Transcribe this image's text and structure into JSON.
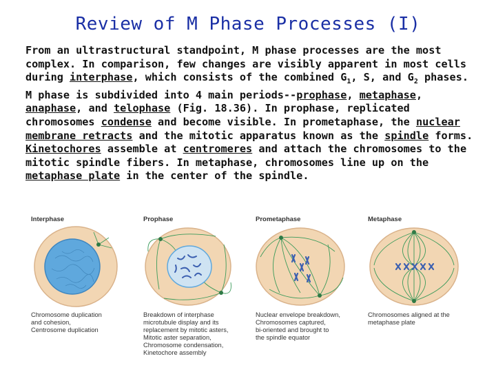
{
  "slide": {
    "title": "Review of M Phase Processes (I)"
  },
  "paragraph": [
    {
      "text": "From an ultrastructural standpoint, M phase processes are the most complex. In comparison, few changes are visibly apparent in most cells during "
    },
    {
      "text": "interphase",
      "u": true
    },
    {
      "text": ", which consists of the combined G"
    },
    {
      "text": "1",
      "sub": true
    },
    {
      "text": ", S, and G"
    },
    {
      "text": "2",
      "sub": true
    },
    {
      "text": " phases. M phase is subdivided into 4 main periods--"
    },
    {
      "text": "prophase",
      "u": true
    },
    {
      "text": ", "
    },
    {
      "text": "metaphase",
      "u": true
    },
    {
      "text": ", "
    },
    {
      "text": "anaphase",
      "u": true
    },
    {
      "text": ", and "
    },
    {
      "text": "telophase",
      "u": true
    },
    {
      "text": " (Fig. 18.36). In prophase, replicated chromosomes "
    },
    {
      "text": "condense",
      "u": true
    },
    {
      "text": " and become visible. In prometaphase, the "
    },
    {
      "text": "nuclear membrane retracts",
      "u": true
    },
    {
      "text": " and the mitotic apparatus known as the "
    },
    {
      "text": "spindle",
      "u": true
    },
    {
      "text": " forms. "
    },
    {
      "text": "Kinetochores",
      "u": true
    },
    {
      "text": " assemble at "
    },
    {
      "text": "centromeres",
      "u": true
    },
    {
      "text": " and attach the chromosomes to the mitotic spindle fibers. In metaphase, chromosomes line up on the "
    },
    {
      "text": "metaphase plate",
      "u": true
    },
    {
      "text": " in the center of the spindle."
    }
  ],
  "figure": {
    "panels": [
      {
        "title": "Interphase",
        "caption": [
          "Chromosome duplication",
          "and cohesion,",
          "Centrosome duplication"
        ]
      },
      {
        "title": "Prophase",
        "caption": [
          "Breakdown of interphase",
          "microtubule display and its",
          "replacement by mitotic asters,",
          "Mitotic aster separation,",
          "Chromosome condensation,",
          "Kinetochore assembly"
        ]
      },
      {
        "title": "Prometaphase",
        "caption": [
          "Nuclear envelope breakdown,",
          "Chromosomes captured,",
          "bi-oriented and brought to",
          "the spindle equator"
        ]
      },
      {
        "title": "Metaphase",
        "caption": [
          "Chromosomes aligned at the",
          "metaphase plate"
        ]
      }
    ],
    "colors": {
      "cell": "#f2d6b3",
      "cell_edge": "#d9b28a",
      "nucleus": "#5fa8dd",
      "microtubule": "#3a9a5a",
      "chromosome": "#3b5fb0"
    }
  }
}
